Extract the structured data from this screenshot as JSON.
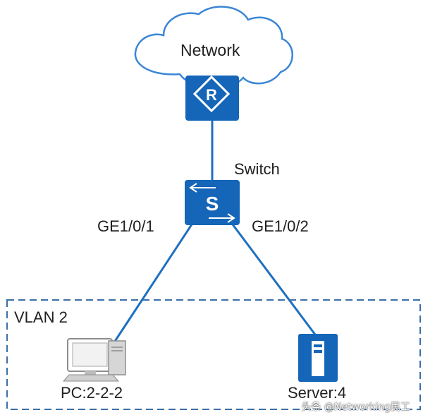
{
  "nodes": {
    "cloud": {
      "label": "Network"
    },
    "router": {
      "icon": "router-icon",
      "glyph": "R"
    },
    "switch": {
      "label": "Switch",
      "icon": "switch-icon",
      "glyph": "S"
    },
    "pc": {
      "label": "PC:2-2-2",
      "icon": "pc-icon"
    },
    "server": {
      "label": "Server:4",
      "icon": "server-icon"
    }
  },
  "ports": {
    "left": "GE1/0/1",
    "right": "GE1/0/2"
  },
  "vlan": {
    "label": "VLAN 2"
  },
  "watermark": {
    "text": "头条 @Networking民工"
  },
  "colors": {
    "device_fill": "#1565b8",
    "link": "#1f6fc0",
    "cloud_stroke": "#3a86d6",
    "vlan_border": "#3b6fa8",
    "pc_gray": "#bdbdbd"
  }
}
